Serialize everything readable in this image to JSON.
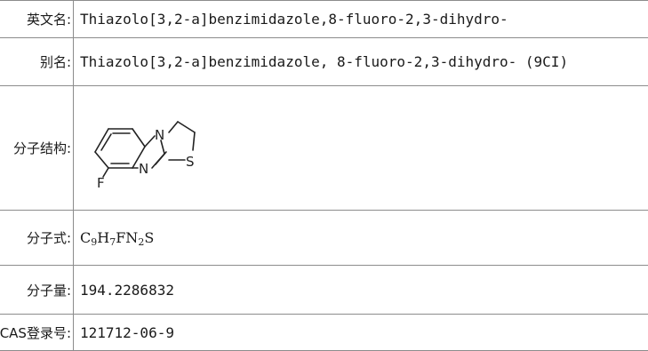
{
  "rows": {
    "english_name": {
      "label": "英文名:",
      "value": "Thiazolo[3,2-a]benzimidazole,8-fluoro-2,3-dihydro-"
    },
    "alias": {
      "label": "别名:",
      "value": "Thiazolo[3,2-a]benzimidazole, 8-fluoro-2,3-dihydro- (9CI)"
    },
    "structure": {
      "label": "分子结构:",
      "atoms": {
        "n1": "N",
        "n2": "N",
        "s": "S",
        "f": "F"
      }
    },
    "formula": {
      "label": "分子式:",
      "parts": [
        "C",
        "9",
        "H",
        "7",
        "FN",
        "2",
        "S"
      ]
    },
    "weight": {
      "label": "分子量:",
      "value": "194.2286832"
    },
    "cas": {
      "label": "CAS登录号:",
      "value": "121712-06-9"
    }
  }
}
